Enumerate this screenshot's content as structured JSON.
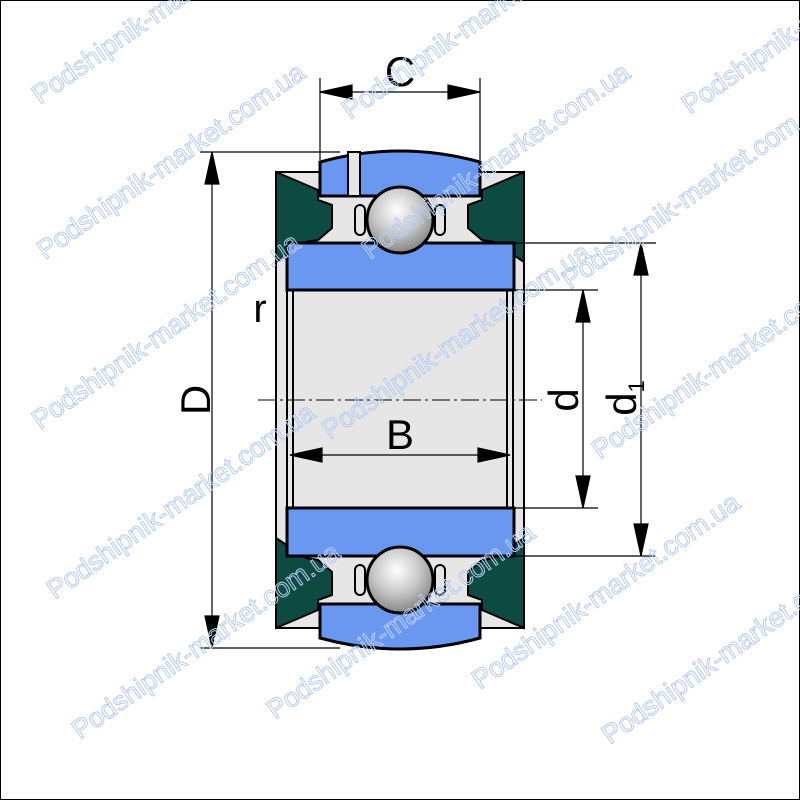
{
  "watermark": "Podshipnik-market.com.ua",
  "labels": {
    "C": "C",
    "D": "D",
    "B": "B",
    "d": "d",
    "d1_main": "d",
    "d1_sub": "1",
    "r": "r"
  },
  "colors": {
    "ring": "#6a98f0",
    "seal": "#0d4a42",
    "housing": "#e6e6e6",
    "ball": "#c8c8c8"
  }
}
